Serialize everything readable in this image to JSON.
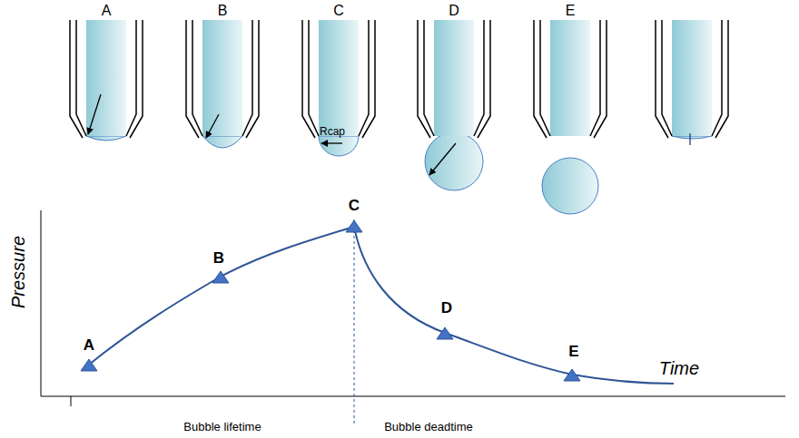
{
  "diagram": {
    "labels": [
      "A",
      "B",
      "C",
      "D",
      "E",
      "Rcap",
      "A",
      "B",
      "C",
      "D",
      "E",
      "Pressure",
      "Time",
      "Bubble lifetime",
      "Bubble deadtime"
    ]
  }
}
